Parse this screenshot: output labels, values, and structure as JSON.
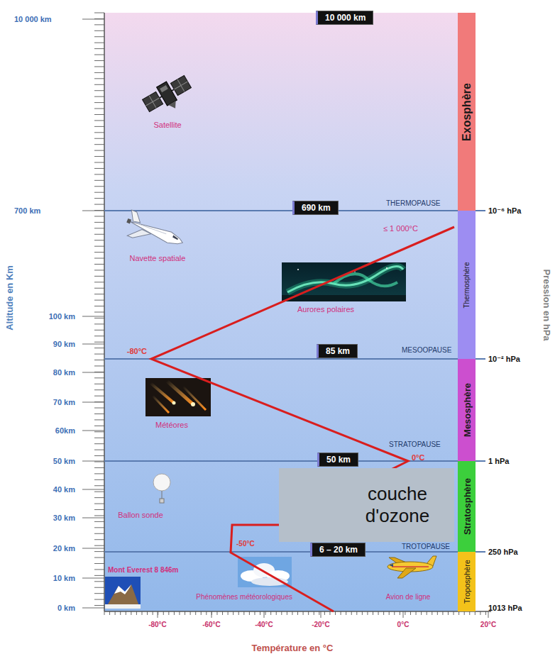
{
  "diagram": {
    "nodes": [
      {
        "text": [
          "Exosphère"
        ]
      },
      {
        "text": [
          "Thermosphère"
        ]
      },
      {
        "text": [
          "Mesosphère"
        ]
      },
      {
        "text": [
          "Stratosphère"
        ]
      },
      {
        "text": [
          "Troposphère"
        ]
      },
      {
        "text": [
          "10 000 km"
        ]
      },
      {
        "text": [
          "690 km"
        ]
      },
      {
        "text": [
          "85 km"
        ]
      },
      {
        "text": [
          "50 km"
        ]
      },
      {
        "text": [
          "6 – 20 km"
        ]
      },
      {
        "text": [
          "couche d'ozone"
        ]
      }
    ],
    "labels": [
      "10 000 km",
      "700 km",
      "100 km",
      "90 km",
      "80 km",
      "70 km",
      "60km",
      "50 km",
      "40 km",
      "30 km",
      "20 km",
      "10 km",
      "0 km",
      "Altitude en Km",
      "10⁻⁶ hPa",
      "10⁻² hPa",
      "1 hPa",
      "250 hPa",
      "1013 hPa",
      "Pression en hPa",
      "-80°C",
      "-60°C",
      "-40°C",
      "-20°C",
      "0°C",
      "20°C",
      "Température en °C",
      "THERMOPAUSE",
      "MESOOPAUSE",
      "STRATOPAUSE",
      "TROTOPAUSE",
      "≤ 1 000°C",
      "-80°C",
      "0°C",
      "-50°C",
      "Satellite",
      "Navette spatiale",
      "Aurores polaires",
      "Météores",
      "Ballon sonde",
      "Mont Everest 8 846m",
      "Phénomènes météorologiques",
      "Avion de ligne"
    ]
  }
}
